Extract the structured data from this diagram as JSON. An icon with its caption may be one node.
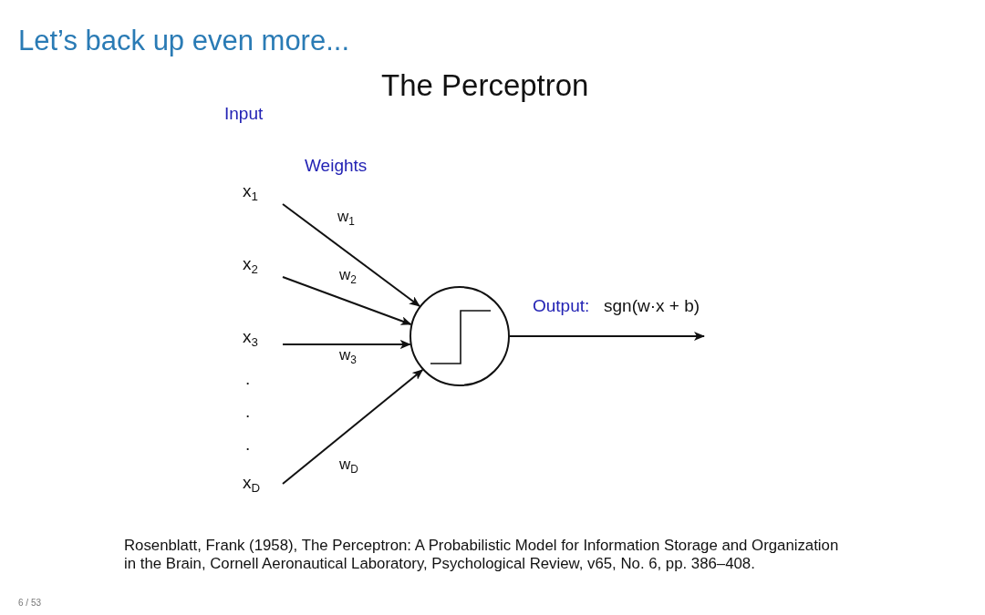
{
  "diagram": {
    "title": "Let’s back up even more...",
    "caption": "Rosenblatt, Frank (1958), The Perceptron: A Probabilistic Model for Information Storage and Organization in the Brain, Cornell Aeronautical Laboratory, Psychological Review, v65, No. 6, pp. 386–408.",
    "nodes": [
      {
        "text": [
          "x$_{1}$"
        ]
      },
      {
        "text": [
          "x$_{2}$"
        ]
      },
      {
        "text": [
          "x$_{3}$"
        ]
      },
      {
        "text": [
          "x$_{D}$"
        ]
      },
      {
        "text": [],
        "shape": "circle"
      }
    ],
    "edges": [
      {
        "from": 0,
        "to": 4,
        "arrow": "to",
        "label": "w$_{1}$"
      },
      {
        "from": 1,
        "to": 4,
        "arrow": "to",
        "label": "w$_{2}$"
      },
      {
        "from": 2,
        "to": 4,
        "arrow": "to",
        "label": "w$_{3}$"
      },
      {
        "from": 3,
        "to": 4,
        "arrow": "to",
        "label": "w$_{D}$"
      },
      {
        "from": 4,
        "to": null,
        "arrow": "to"
      }
    ],
    "labels": [
      "The Perceptron",
      "Input",
      "Weights",
      ".",
      ".",
      ".",
      "Output:",
      "sgn(w·x + b)",
      "6 / 53"
    ]
  }
}
